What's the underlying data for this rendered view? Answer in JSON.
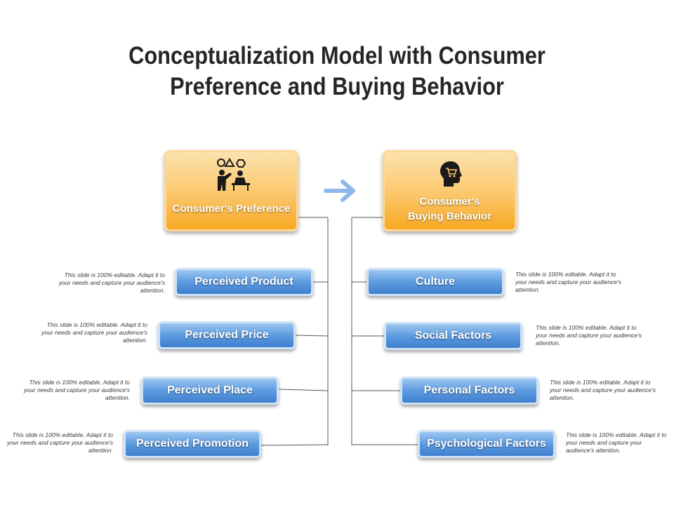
{
  "title": {
    "line1": "Conceptualization Model with Consumer",
    "line2": "Preference and Buying Behavior"
  },
  "left_header": {
    "label": "Consumer's Preference",
    "icon": "presenter-with-shapes-icon"
  },
  "right_header": {
    "label_line1": "Consumer's",
    "label_line2": "Buying Behavior",
    "icon": "head-with-cart-icon"
  },
  "left_items": [
    {
      "label": "Perceived Product",
      "note": "This slide is 100% editable. Adapt it to your needs and capture your audience's attention."
    },
    {
      "label": "Perceived Price",
      "note": "This slide is 100% editable. Adapt it to your needs and capture your audience's attention."
    },
    {
      "label": "Perceived Place",
      "note": "This slide is 100% editable. Adapt it to your needs and capture your audience's attention."
    },
    {
      "label": "Perceived Promotion",
      "note": "This slide is 100% editable. Adapt it to your needs and capture your audience's attention."
    }
  ],
  "right_items": [
    {
      "label": "Culture",
      "note": "This slide is 100% editable. Adapt it to your needs and capture your audience's attention."
    },
    {
      "label": "Social Factors",
      "note": "This slide is 100% editable. Adapt it to your needs and capture your audience's attention."
    },
    {
      "label": "Personal Factors",
      "note": "This slide is 100% editable. Adapt it to your needs and capture your audience's attention."
    },
    {
      "label": "Psychological Factors",
      "note": "This slide is 100% editable. Adapt it to your needs and capture your audience's attention."
    }
  ],
  "colors": {
    "orange": "#f7a823",
    "blue": "#4f8fd9",
    "arrow": "#8fb8ea",
    "connector": "#555555",
    "title": "#262626"
  }
}
